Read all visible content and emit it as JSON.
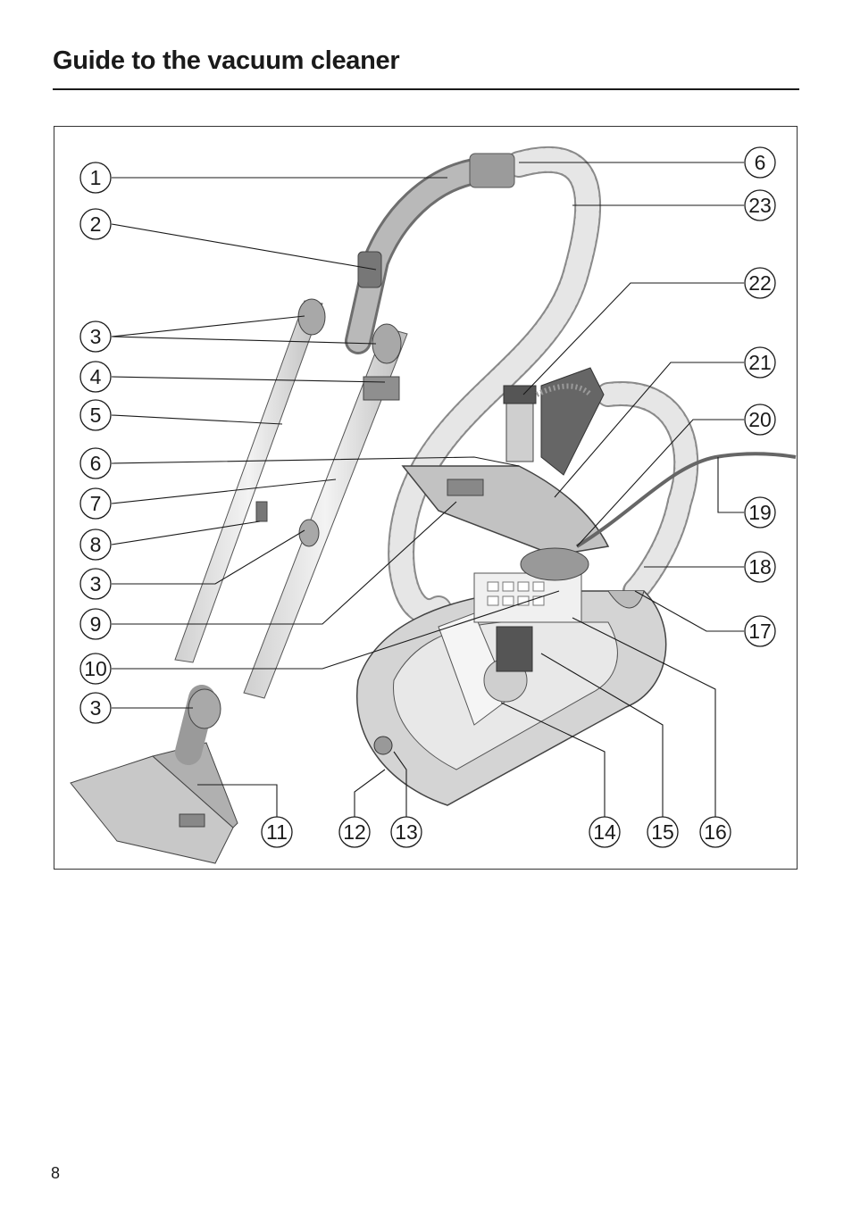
{
  "page": {
    "title": "Guide to the vacuum cleaner",
    "page_number": "8"
  },
  "figure": {
    "callouts": [
      {
        "label": "1"
      },
      {
        "label": "2"
      },
      {
        "label": "3"
      },
      {
        "label": "4"
      },
      {
        "label": "5"
      },
      {
        "label": "6"
      },
      {
        "label": "7"
      },
      {
        "label": "8"
      },
      {
        "label": "3"
      },
      {
        "label": "9"
      },
      {
        "label": "10"
      },
      {
        "label": "3"
      },
      {
        "label": "11"
      },
      {
        "label": "12"
      },
      {
        "label": "13"
      },
      {
        "label": "14"
      },
      {
        "label": "15"
      },
      {
        "label": "16"
      },
      {
        "label": "17"
      },
      {
        "label": "18"
      },
      {
        "label": "19"
      },
      {
        "label": "20"
      },
      {
        "label": "21"
      },
      {
        "label": "22"
      },
      {
        "label": "23"
      },
      {
        "label": "6"
      }
    ]
  }
}
